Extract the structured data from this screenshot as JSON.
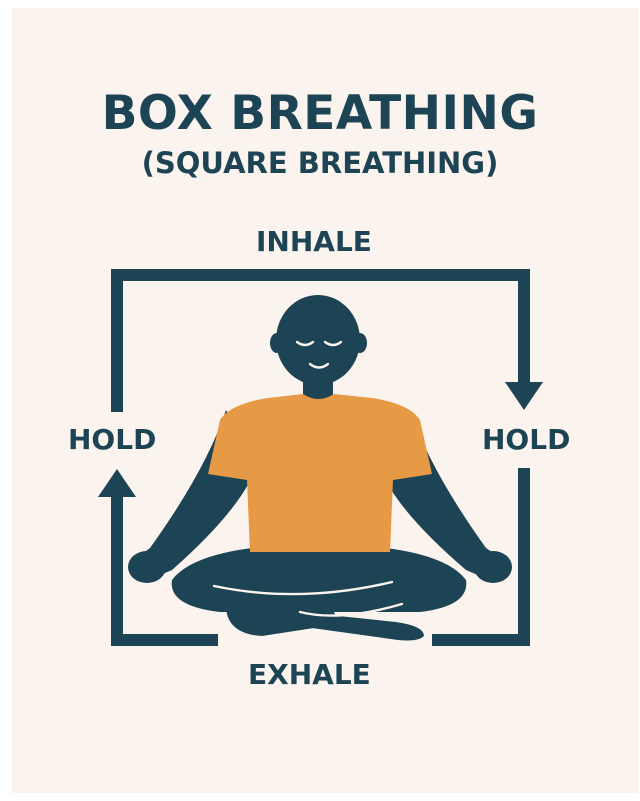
{
  "poster": {
    "title": "BOX BREATHING",
    "subtitle": "(SQUARE BREATHING)"
  },
  "steps": {
    "top": "INHALE",
    "right": "HOLD",
    "bottom": "EXHALE",
    "left": "HOLD"
  },
  "colors": {
    "background": "#fbf3ee",
    "ink": "#1d4454",
    "shirt": "#e69a45"
  }
}
